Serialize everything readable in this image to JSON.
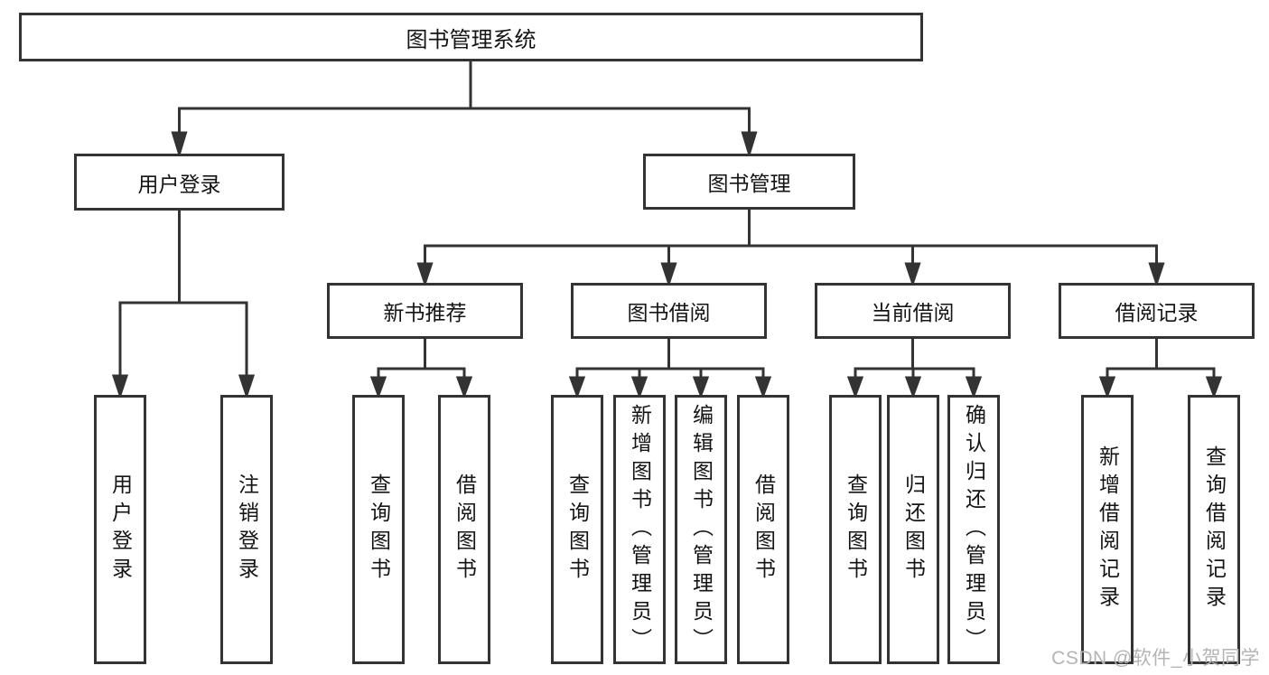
{
  "diagram": {
    "title": "图书管理系统",
    "branches": [
      {
        "label": "用户登录",
        "children": [
          "用户登录",
          "注销登录"
        ]
      },
      {
        "label": "图书管理",
        "children": [
          {
            "label": "新书推荐",
            "children": [
              "查询图书",
              "借阅图书"
            ]
          },
          {
            "label": "图书借阅",
            "children": [
              "查询图书",
              "新增图书（管理员）",
              "编辑图书（管理员）",
              "借阅图书"
            ]
          },
          {
            "label": "当前借阅",
            "children": [
              "查询图书",
              "归还图书",
              "确认归还（管理员）"
            ]
          },
          {
            "label": "借阅记录",
            "children": [
              "新增借阅记录",
              "查询借阅记录"
            ]
          }
        ]
      }
    ]
  },
  "watermark": {
    "text": "CSDN @软件_小贺同学",
    "color": "#b5b3b3"
  },
  "colors": {
    "line": "#333333",
    "box_border": "#333333",
    "text": "#141414",
    "background": "#ffffff"
  }
}
